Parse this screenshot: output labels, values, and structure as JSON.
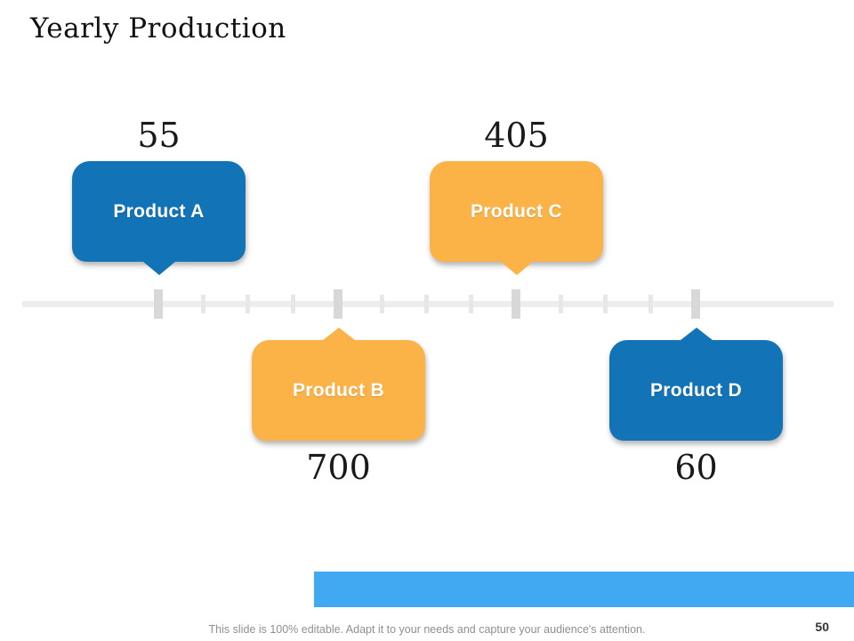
{
  "slide": {
    "title": "Yearly Production",
    "footer": "This slide is 100% editable. Adapt it to your needs and capture your audience's attention.",
    "page_number": "50"
  },
  "colors": {
    "callout_blue": "#1273b6",
    "callout_orange": "#fbb347",
    "accent_bar_blue": "#41a9f1",
    "timeline_line": "#ededed",
    "tick_major": "#d8d8d8",
    "tick_minor": "#e7e7e7",
    "value_text": "#1a1a1a",
    "footer_text": "#8f8f8f"
  },
  "chart_data": {
    "type": "timeline",
    "title": "Yearly Production",
    "items": [
      {
        "label": "Product A",
        "value": 55,
        "side": "above",
        "color": "#1273b6"
      },
      {
        "label": "Product B",
        "value": 700,
        "side": "below",
        "color": "#fbb347"
      },
      {
        "label": "Product C",
        "value": 405,
        "side": "above",
        "color": "#fbb347"
      },
      {
        "label": "Product D",
        "value": 60,
        "side": "below",
        "color": "#1273b6"
      }
    ],
    "layout": {
      "axis": "horizontal",
      "major_tick_count": 4,
      "minor_ticks_between_major": 3
    }
  }
}
